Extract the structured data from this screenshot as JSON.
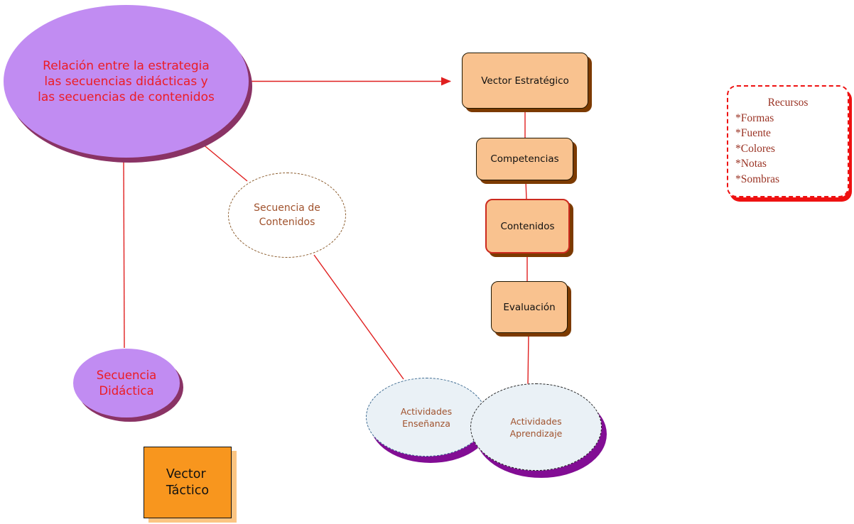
{
  "canvas": {
    "background": "#ffffff"
  },
  "colors": {
    "connector": "#e02020",
    "purple_fill": "#c18cf2",
    "purple_shadow": "#8a3365",
    "peach_fill": "#f9c28f",
    "peach_shadow": "#7c3a00",
    "contenidos_border": "#cc2a1e",
    "orange_fill": "#f8961e",
    "activity_fill": "#eaf1f6",
    "activity_shadow": "#820d94",
    "red_text": "#ec1c24",
    "brown_text": "#a0522d",
    "recursos_red": "#ee1111",
    "recursos_text": "#9a3324"
  },
  "nodes": {
    "main_ellipse": {
      "lines": [
        "Relación entre la estrategia",
        "las secuencias didácticas y",
        "las secuencias de contenidos"
      ]
    },
    "vector_estrategico": {
      "label": "Vector Estratégico"
    },
    "competencias": {
      "label": "Competencias"
    },
    "contenidos": {
      "label": "Contenidos"
    },
    "evaluacion": {
      "label": "Evaluación"
    },
    "secuencia_contenidos": {
      "lines": [
        "Secuencia de",
        "Contenidos"
      ]
    },
    "secuencia_didactica": {
      "lines": [
        "Secuencia",
        "Didáctica"
      ]
    },
    "vector_tactico": {
      "lines": [
        "Vector",
        "Táctico"
      ]
    },
    "actividades_ensenanza": {
      "lines": [
        "Actividades",
        "Enseñanza"
      ]
    },
    "actividades_aprendizaje": {
      "lines": [
        "Actividades",
        "Aprendizaje"
      ]
    },
    "recursos": {
      "title": "Recursos",
      "items": [
        "*Formas",
        "*Fuente",
        "*Colores",
        "*Notas",
        "*Sombras"
      ]
    }
  }
}
